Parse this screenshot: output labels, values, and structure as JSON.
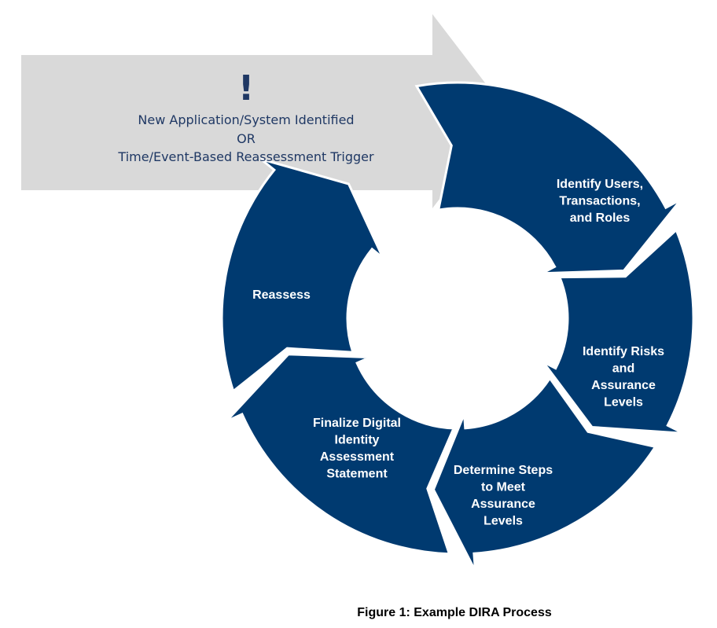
{
  "colors": {
    "stage_fill": "#003a70",
    "trigger_fill": "#d9d9d9",
    "trigger_text": "#1f3864",
    "stage_text": "#ffffff"
  },
  "trigger": {
    "icon": "exclamation-icon",
    "mark": "!",
    "line1": "New Application/System Identified",
    "line2": "OR",
    "line3": "Time/Event-Based Reassessment Trigger"
  },
  "stages": [
    {
      "lines": [
        "Identify Users,",
        "Transactions,",
        "and Roles"
      ]
    },
    {
      "lines": [
        "Identify Risks",
        "and",
        "Assurance",
        "Levels"
      ]
    },
    {
      "lines": [
        "Determine Steps",
        "to Meet",
        "Assurance",
        "Levels"
      ]
    },
    {
      "lines": [
        "Finalize Digital",
        "Identity",
        "Assessment",
        "Statement"
      ]
    },
    {
      "lines": [
        "Reassess"
      ]
    }
  ],
  "caption": "Figure 1: Example DIRA Process"
}
